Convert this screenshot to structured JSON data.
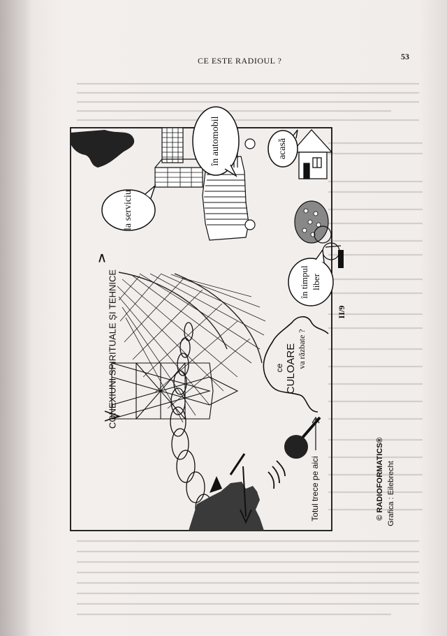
{
  "header": {
    "running_title": "CE ESTE RADIOUL ?",
    "page_number": "53"
  },
  "figure": {
    "main_caption": "CONEXIUNI SPIRITUALE ȘI TEHNICE",
    "arrow_symbol": "∧",
    "places": {
      "work": "la serviciu",
      "car": "în automobil",
      "home": "acasă",
      "leisure_line1": "în timpul",
      "leisure_line2": "liber"
    },
    "question_line1": "CULOARE",
    "question_line2": "ce",
    "question_line3": "va răzbate ?",
    "microphone_note": "Totul trece pe aici",
    "figure_label": "II/9",
    "copyright": "© RADIOFORMATICS®",
    "credit": "Grafica : Eilebrecht"
  },
  "colors": {
    "ink": "#111111",
    "paper": "#f1edeb",
    "bleed_text": "#b8b1ae"
  },
  "icons": [
    "microphone-icon",
    "radio-tower-icon",
    "house-icon",
    "car-icon",
    "tree-icon",
    "cyclist-icon",
    "human-head-icon",
    "factory-icon"
  ]
}
